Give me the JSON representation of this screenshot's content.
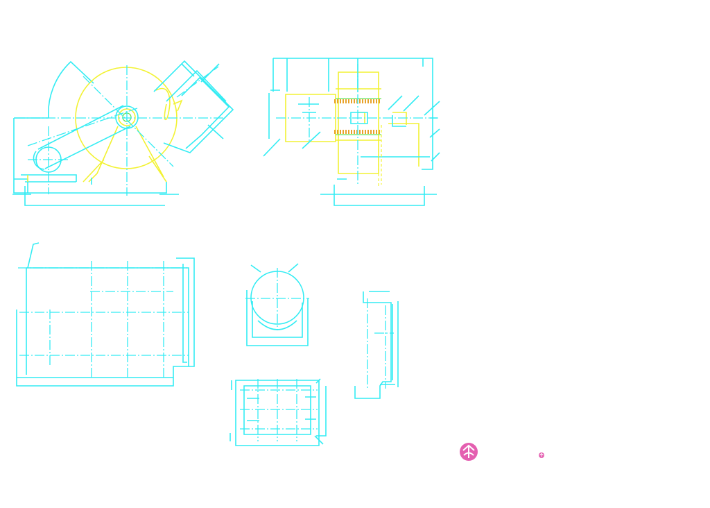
{
  "drawing": {
    "background_color": "#ffffff",
    "line_colors": {
      "outline": "#33ecf3",
      "part_highlight": "#f2f233",
      "accent": "#66e35a",
      "logo": "#e45fb0"
    },
    "views": [
      "front-elevation-view",
      "side-elevation-view",
      "plan-view",
      "end-detail-view",
      "small-plan-detail-view",
      "bracket-detail-view"
    ],
    "logos": [
      "watermark-logo-large",
      "watermark-logo-small"
    ]
  }
}
